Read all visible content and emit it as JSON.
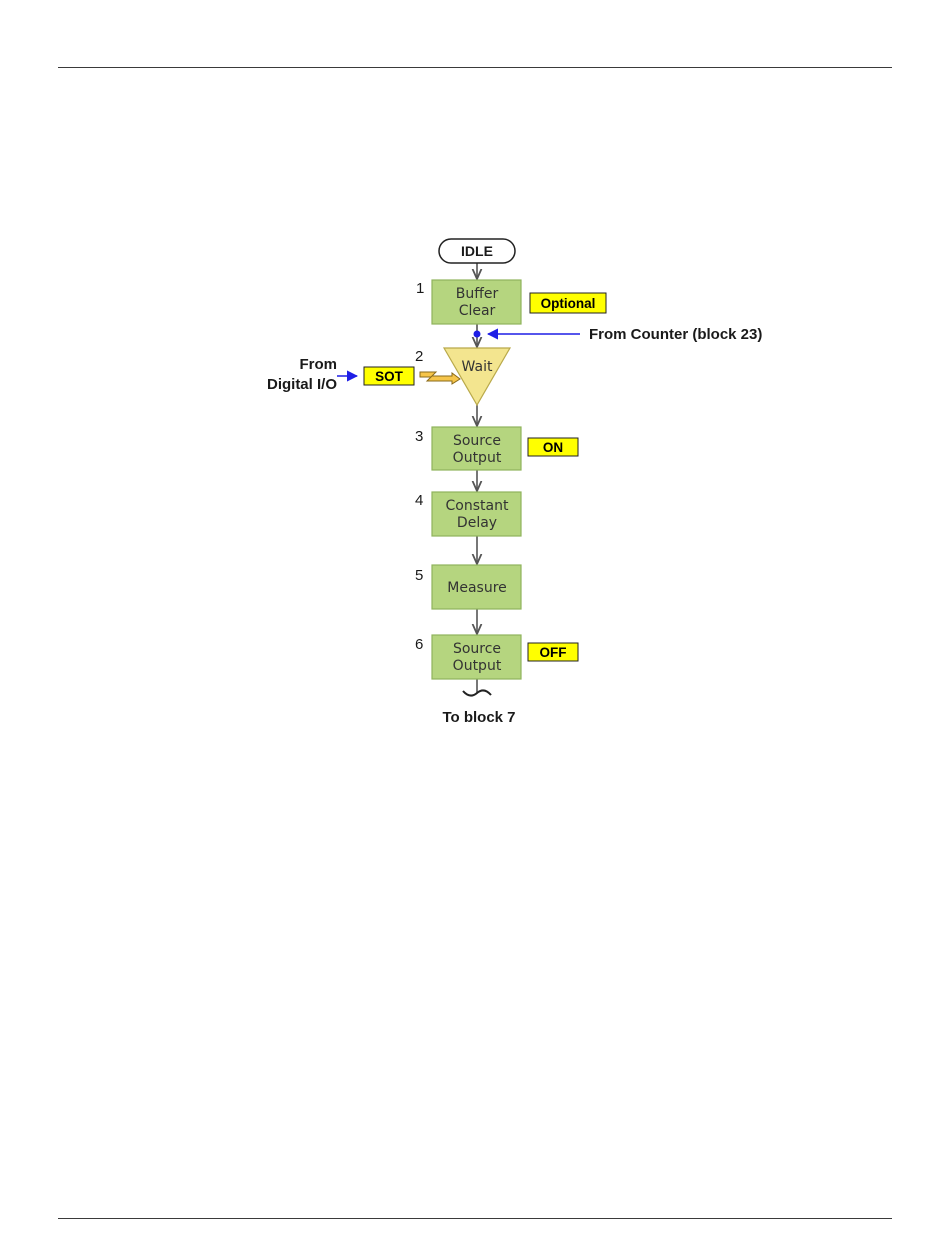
{
  "start": {
    "label": "IDLE"
  },
  "blocks": [
    {
      "number": "1",
      "lines": [
        "Buffer",
        "Clear"
      ]
    },
    {
      "number": "2",
      "lines": [
        "Wait"
      ]
    },
    {
      "number": "3",
      "lines": [
        "Source",
        "Output"
      ]
    },
    {
      "number": "4",
      "lines": [
        "Constant",
        "Delay"
      ]
    },
    {
      "number": "5",
      "lines": [
        "Measure"
      ]
    },
    {
      "number": "6",
      "lines": [
        "Source",
        "Output"
      ]
    }
  ],
  "tags": {
    "optional": "Optional",
    "sot": "SOT",
    "on": "ON",
    "off": "OFF"
  },
  "inputs": {
    "counter": "From Counter (block 23)",
    "digital_io_line1": "From",
    "digital_io_line2": "Digital I/O"
  },
  "end": {
    "label": "To block 7"
  },
  "colors": {
    "block_fill": "#b5d57f",
    "block_stroke": "#8fb35c",
    "wait_fill": "#f3e58f",
    "wait_stroke": "#b9a94a",
    "tag_fill": "#ffff00",
    "arrow_blue": "#1e1ee6",
    "connector": "#555555",
    "trigger_fill": "#f6c54a",
    "trigger_stroke": "#8a6a1a"
  }
}
